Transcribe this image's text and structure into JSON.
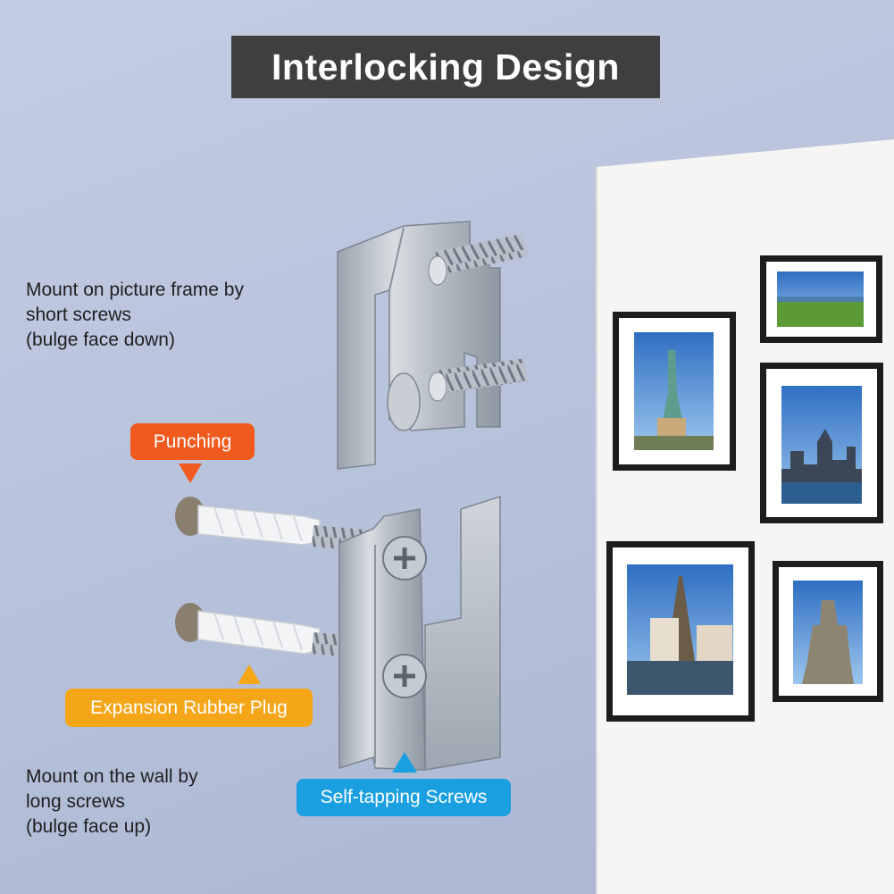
{
  "title": "Interlocking Design",
  "top_description": [
    "Mount on picture frame by",
    "short screws",
    "(bulge face down)"
  ],
  "bottom_description": [
    "Mount on the wall by",
    "long screws",
    "(bulge face up)"
  ],
  "labels": {
    "punching": "Punching",
    "expansion_plug": "Expansion Rubber Plug",
    "self_tapping_screws": "Self-tapping Screws"
  },
  "colors": {
    "title_bg": "#3f3f3f",
    "punching": "#f05a1e",
    "expansion_plug": "#f5a618",
    "self_tapping_screws": "#1a9fe0",
    "background": "#bcc6de"
  },
  "wall_photos": [
    "lake-landscape",
    "statue-of-liberty",
    "empire-state-skyline",
    "eiffel-tower",
    "monument-statue"
  ]
}
